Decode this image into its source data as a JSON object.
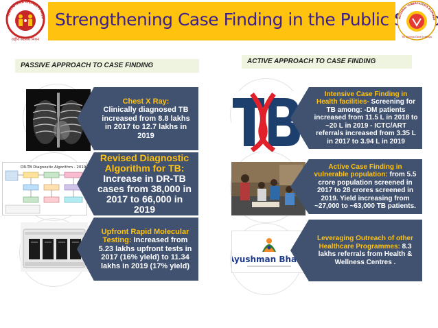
{
  "header": {
    "title": "Strengthening Case Finding in the Public Sector",
    "logo_left_text": "NATIONAL HEALTH MISSION",
    "logo_left_sub": "राष्ट्रीय स्वास्थ्य मिशन",
    "logo_right_text": "NATIONAL TUBERCULOSIS ELIMINATION PROGRAMME",
    "logo_right_sub": "TB Harega Desh Jeetega"
  },
  "passive": {
    "heading": "PASSIVE  APPROACH  TO  CASE  FINDING",
    "items": [
      {
        "highlight": "Chest X Ray:",
        "body": "Clinically diagnosed TB increased from 8.8 lakhs in 2017 to 12.7 lakhs in 2019"
      },
      {
        "highlight": "Revised Diagnostic Algorithm for TB:",
        "body": "Increase in DR-TB cases from 38,000 in 2017 to 66,000 in 2019",
        "image_title": "DR-TB Diagnostic Algorithm - 2019"
      },
      {
        "highlight": "Upfront Rapid Molecular Testing:",
        "body": " Increased from 5.23 lakhs upfront tests in 2017 (16% yield) to 11.34 lakhs in 2019 (17% yield)"
      }
    ]
  },
  "active": {
    "heading": "ACTIVE APPROACH  TO  CASE  FINDING",
    "items": [
      {
        "highlight": "Intensive Case Finding in Health facilities-",
        "body": " Screening for TB among: -DM patients increased from 11.5 L in 2018 to ~20 L in 2019 - ICTC/ART referrals increased from 3.35 L in 2017 to  3.94 L in 2019"
      },
      {
        "highlight": "Active Case Finding in vulnerable population:",
        "body": " from 5.5 crore population screened in 2017 to 28 crores screened in 2019. Yield increasing from ~27,000 to ~63,000 TB patients."
      },
      {
        "highlight": "Leveraging Outreach of other Healthcare Programmes:",
        "body": " 8.3 lakhs referrals from Health & Wellness Centres .",
        "image_title": "Ayushman Bharat"
      }
    ]
  },
  "colors": {
    "header_bg": "#ffc20e",
    "title": "#3b1f8f",
    "box_bg": "#415271",
    "highlight": "#ffc20e"
  }
}
